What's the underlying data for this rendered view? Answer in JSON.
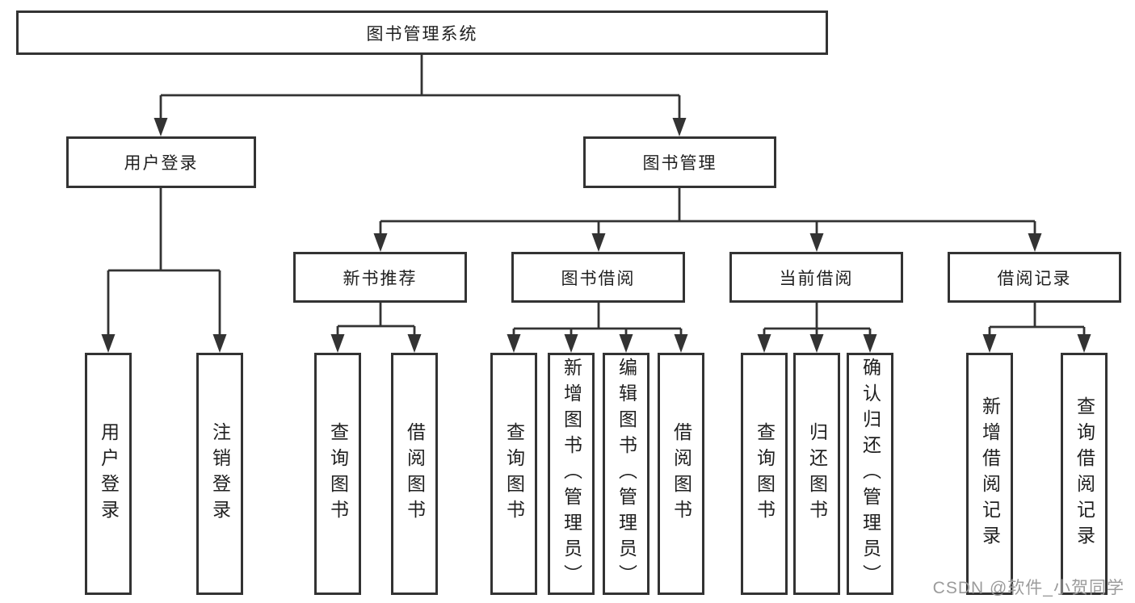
{
  "colors": {
    "line": "#333333",
    "border": "#333333",
    "fill": "#ffffff",
    "text": "#1f1f1f",
    "watermark": "#9b9b9b",
    "bg": "#ffffff"
  },
  "tree": {
    "label": "图书管理系统",
    "children": [
      {
        "label": "用户登录",
        "children": [
          {
            "label": "用户登录"
          },
          {
            "label": "注销登录"
          }
        ]
      },
      {
        "label": "图书管理",
        "children": [
          {
            "label": "新书推荐",
            "children": [
              {
                "label": "查询图书"
              },
              {
                "label": "借阅图书"
              }
            ]
          },
          {
            "label": "图书借阅",
            "children": [
              {
                "label": "查询图书"
              },
              {
                "label": "新增图书（管理员）"
              },
              {
                "label": "编辑图书（管理员）"
              },
              {
                "label": "借阅图书"
              }
            ]
          },
          {
            "label": "当前借阅",
            "children": [
              {
                "label": "查询图书"
              },
              {
                "label": "归还图书"
              },
              {
                "label": "确认归还（管理员）"
              }
            ]
          },
          {
            "label": "借阅记录",
            "children": [
              {
                "label": "新增借阅记录"
              },
              {
                "label": "查询借阅记录"
              }
            ]
          }
        ]
      }
    ]
  },
  "watermark": {
    "text": "CSDN @软件_小贺同学"
  }
}
